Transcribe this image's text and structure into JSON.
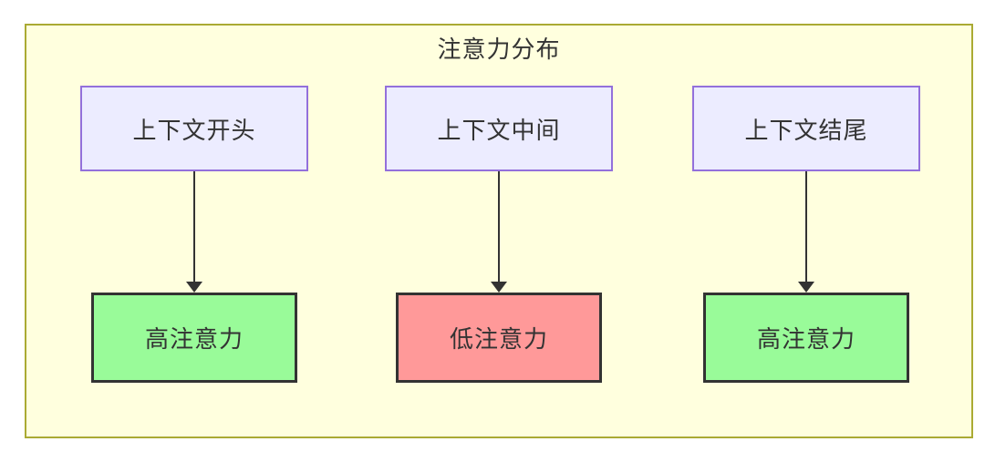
{
  "diagram": {
    "title": "注意力分布",
    "columns": [
      {
        "source": "上下文开头",
        "target": "高注意力",
        "attention_level": "high"
      },
      {
        "source": "上下文中间",
        "target": "低注意力",
        "attention_level": "low"
      },
      {
        "source": "上下文结尾",
        "target": "高注意力",
        "attention_level": "high"
      }
    ],
    "colors": {
      "frame_background": "#ffffde",
      "frame_border": "#aaaa33",
      "source_node_fill": "#ececff",
      "source_node_border": "#9370db",
      "high_attention_fill": "#99fb99",
      "low_attention_fill": "#ff9999",
      "target_node_border": "#333333",
      "arrow": "#333333",
      "text": "#333333"
    }
  }
}
